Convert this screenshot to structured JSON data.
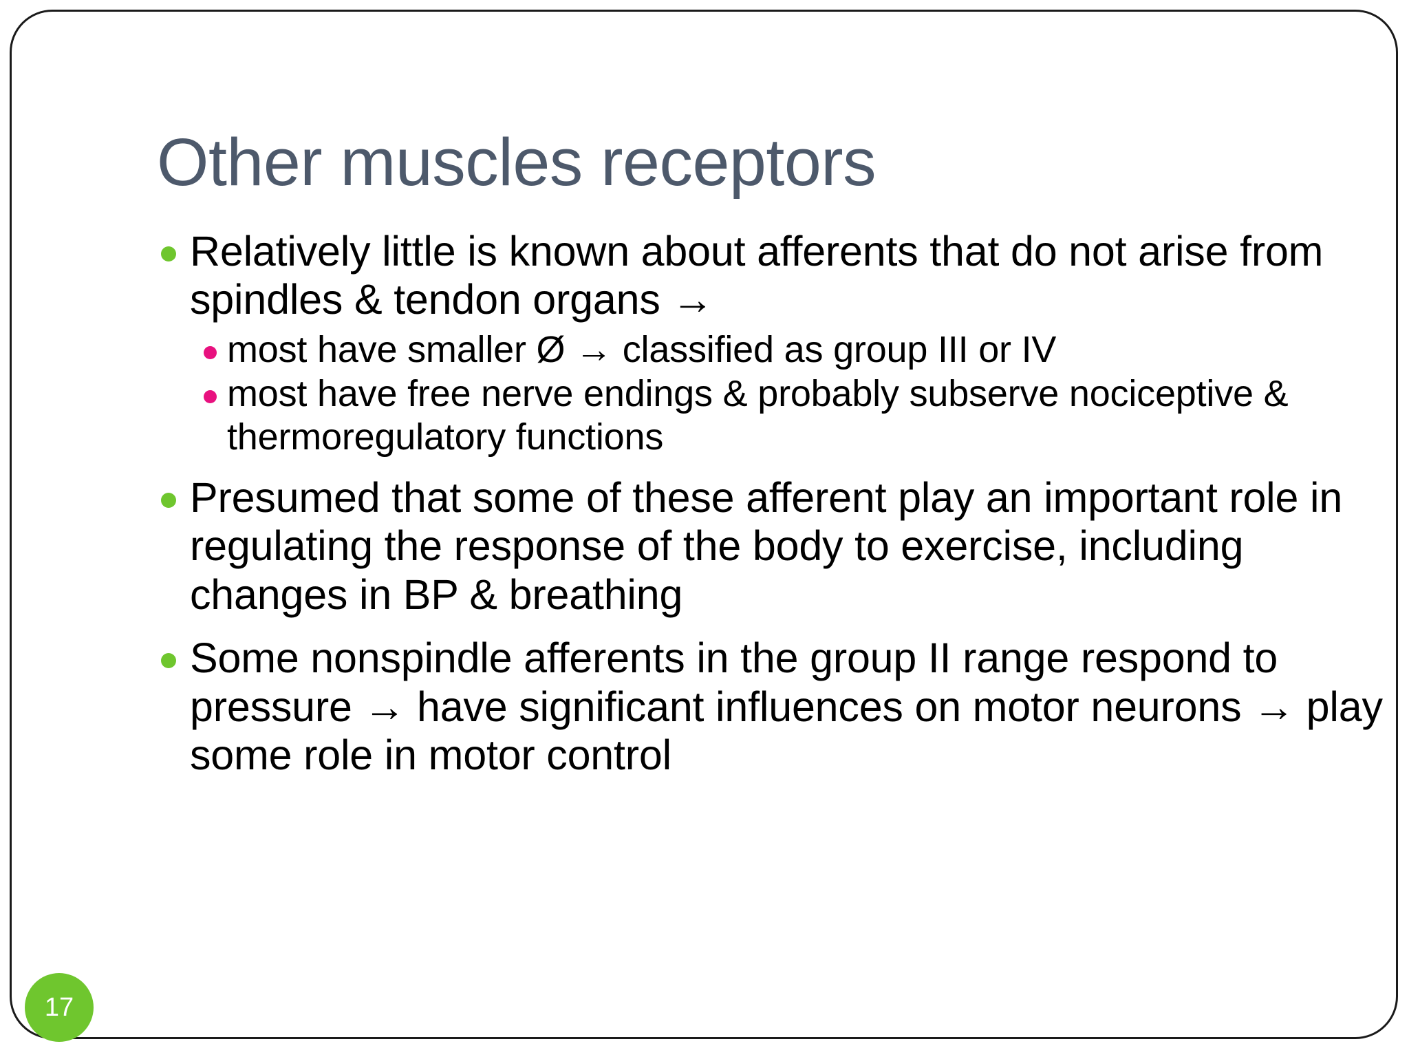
{
  "slide": {
    "title": "Other muscles receptors",
    "page_number": "17",
    "colors": {
      "title": "#4d596b",
      "level1_bullet": "#6fc62e",
      "level2_bullet": "#e8117f",
      "body_text": "#000000",
      "page_badge_bg": "#6fc62e",
      "page_badge_text": "#ffffff",
      "border": "#1a1a1a",
      "background": "#ffffff"
    },
    "bullets": [
      {
        "level": 1,
        "text": "Relatively little is known about afferents that do not arise from spindles & tendon organs →"
      },
      {
        "level": 2,
        "text": "most have smaller Ø → classified as group III or IV"
      },
      {
        "level": 2,
        "text": "most have free nerve endings & probably subserve nociceptive & thermoregulatory functions"
      },
      {
        "level": 1,
        "text": "Presumed that some of these afferent play an important role in regulating the response of the body to exercise, including changes in BP & breathing"
      },
      {
        "level": 1,
        "text": "Some nonspindle afferents in the group II range respond to pressure → have significant influences on motor neurons → play some role in motor control"
      }
    ]
  }
}
